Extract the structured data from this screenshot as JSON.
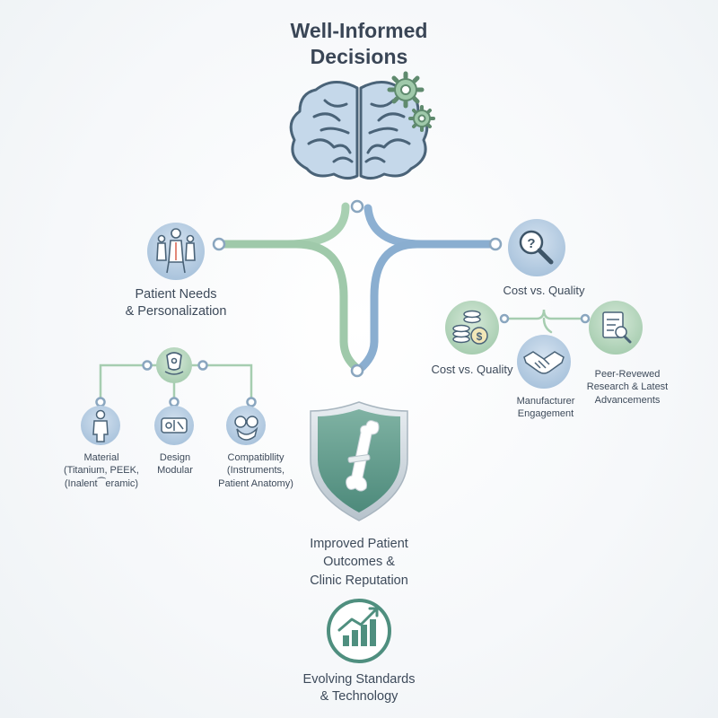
{
  "title": {
    "line1": "Well-Informed",
    "line2": "Decisions"
  },
  "left_branch": {
    "main": {
      "label_line1": "Patient Needs",
      "label_line2": "& Personalization",
      "icon": "human-anatomy-icon"
    },
    "hub_icon": "implant-hub-icon",
    "children": [
      {
        "icon": "patient-figure-icon",
        "label_lines": [
          "Material",
          "(Titanium, PEEK,",
          "(Inalent⁀eramic)"
        ]
      },
      {
        "icon": "modular-design-icon",
        "label_lines": [
          "Design",
          "Modular"
        ]
      },
      {
        "icon": "joint-compatibility-icon",
        "label_lines": [
          "Compatibllity",
          "(Instruments,",
          "Patient Anatomy)"
        ]
      }
    ]
  },
  "right_branch": {
    "main": {
      "label": "Cost vs. Quality",
      "icon": "magnifier-question-icon"
    },
    "children": [
      {
        "icon": "coins-dollar-icon",
        "label_lines": [
          "Cost vs. Quality"
        ]
      },
      {
        "icon": "handshake-icon",
        "label_lines": [
          "Manufacturer",
          "Engagement"
        ]
      },
      {
        "icon": "research-document-icon",
        "label_lines": [
          "Peer-Revewed",
          "Research & Latest",
          "Advancements"
        ]
      }
    ]
  },
  "outcome": {
    "icon": "bone-shield-icon",
    "label_lines": [
      "Improved Patient",
      "Outcomes &",
      "Clinic Reputation"
    ]
  },
  "footer": {
    "icon": "growth-chart-icon",
    "label_lines": [
      "Evolving Standards",
      "& Technology"
    ]
  },
  "colors": {
    "green": "#8fbf9c",
    "blue": "#7d9fc4",
    "teal": "#5f9a8c",
    "text": "#3d4a5a",
    "outline": "#4a6378"
  }
}
